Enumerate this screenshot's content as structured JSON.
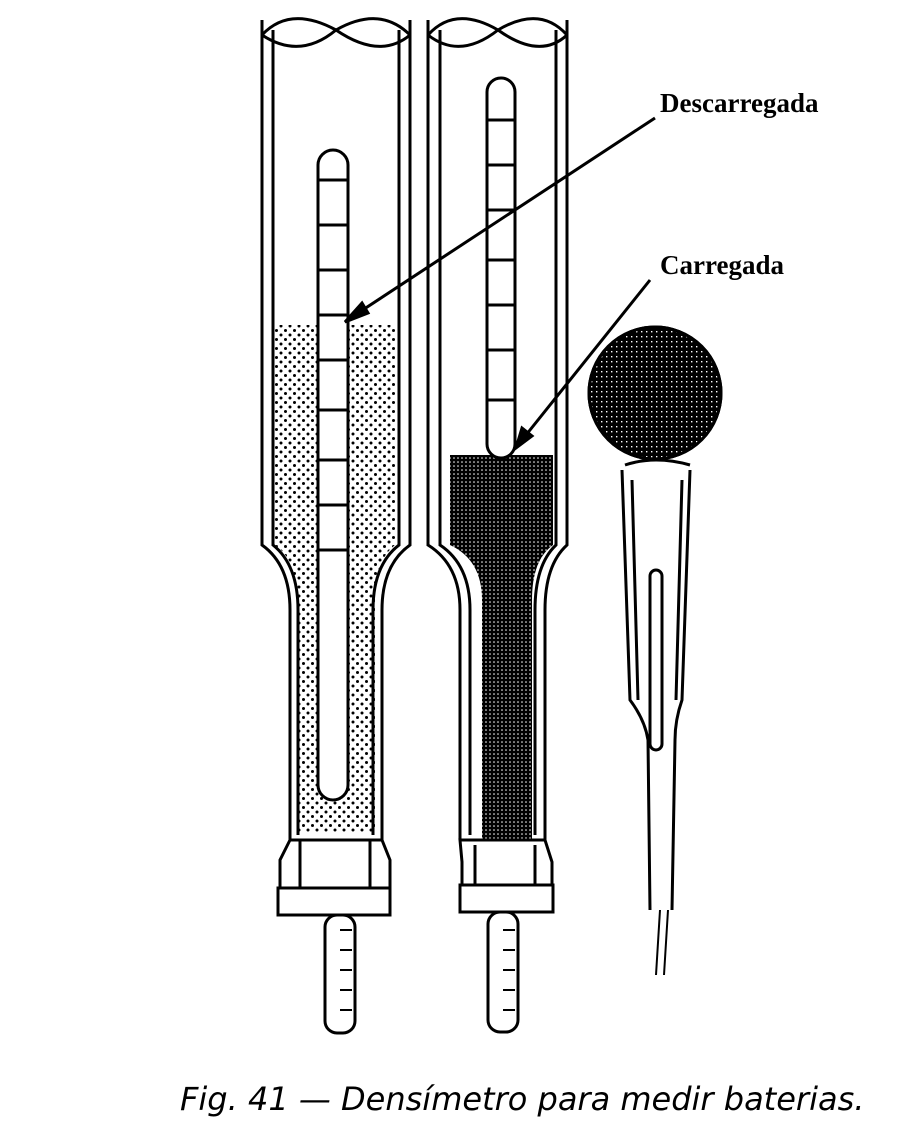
{
  "labels": {
    "discharged": "Descarregada",
    "charged": "Carregada"
  },
  "caption": "Fig. 41 — Densímetro para medir baterias.",
  "colors": {
    "ink": "#000000",
    "paper": "#ffffff"
  }
}
